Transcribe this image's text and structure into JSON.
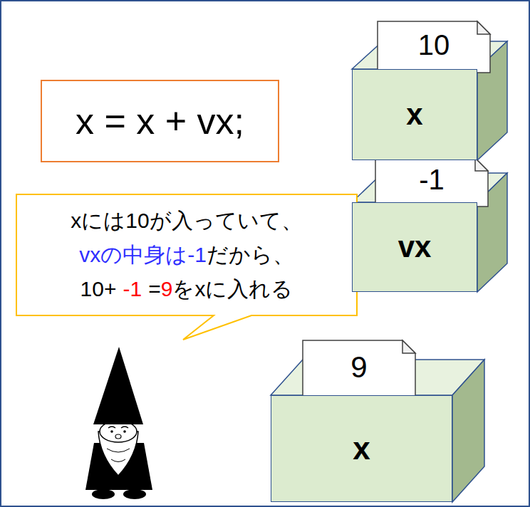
{
  "diagram": {
    "nodes": [
      {
        "text": [
          "x = x + vx;"
        ]
      },
      {
        "text": [
          "10"
        ]
      },
      {
        "text": [
          "x"
        ]
      },
      {
        "text": [
          "-1"
        ]
      },
      {
        "text": [
          "vx"
        ]
      },
      {
        "text": [
          "xには10が入っていて、",
          "vxの中身は-1",
          "だから、",
          "10+",
          "-1",
          "=",
          "9",
          "をxに入れる"
        ]
      },
      {
        "text": [
          "9"
        ]
      },
      {
        "text": [
          "x"
        ]
      }
    ]
  }
}
